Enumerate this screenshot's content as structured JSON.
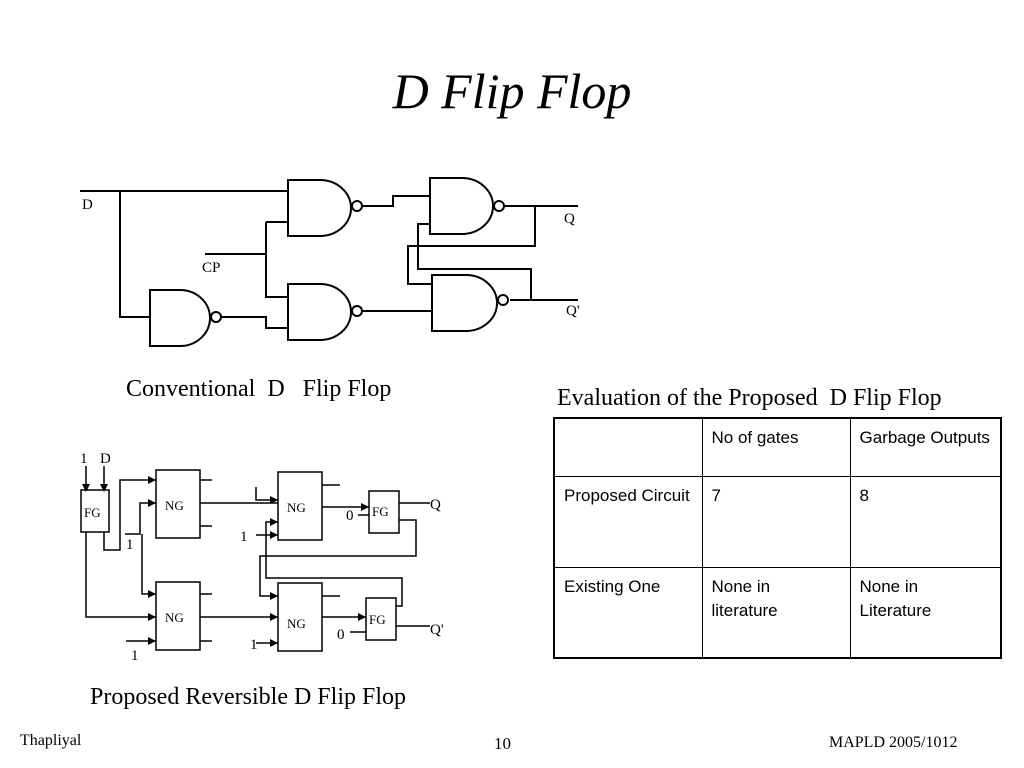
{
  "slide": {
    "title": "D  Flip Flop",
    "conventional": {
      "caption": "Conventional  D   Flip Flop",
      "labels": {
        "d": "D",
        "cp": "CP",
        "q": "Q",
        "qbar": "Q'"
      }
    },
    "proposed": {
      "caption": "Proposed Reversible D Flip Flop",
      "labels": {
        "one_top": "1",
        "d_top": "D",
        "fg": "FG",
        "ng": "NG",
        "one": "1",
        "zero": "0",
        "q": "Q",
        "qbar": "Q'"
      }
    },
    "table": {
      "title": "Evaluation of the Proposed  D Flip Flop",
      "header": [
        "",
        "No of gates",
        "Garbage Outputs"
      ],
      "rows": [
        [
          "Proposed Circuit",
          "7",
          "8"
        ],
        [
          "Existing One",
          "None in literature",
          "None in Literature"
        ]
      ]
    },
    "footer": {
      "author": "Thapliyal",
      "page": "10",
      "ref": "MAPLD 2005/1012"
    }
  }
}
